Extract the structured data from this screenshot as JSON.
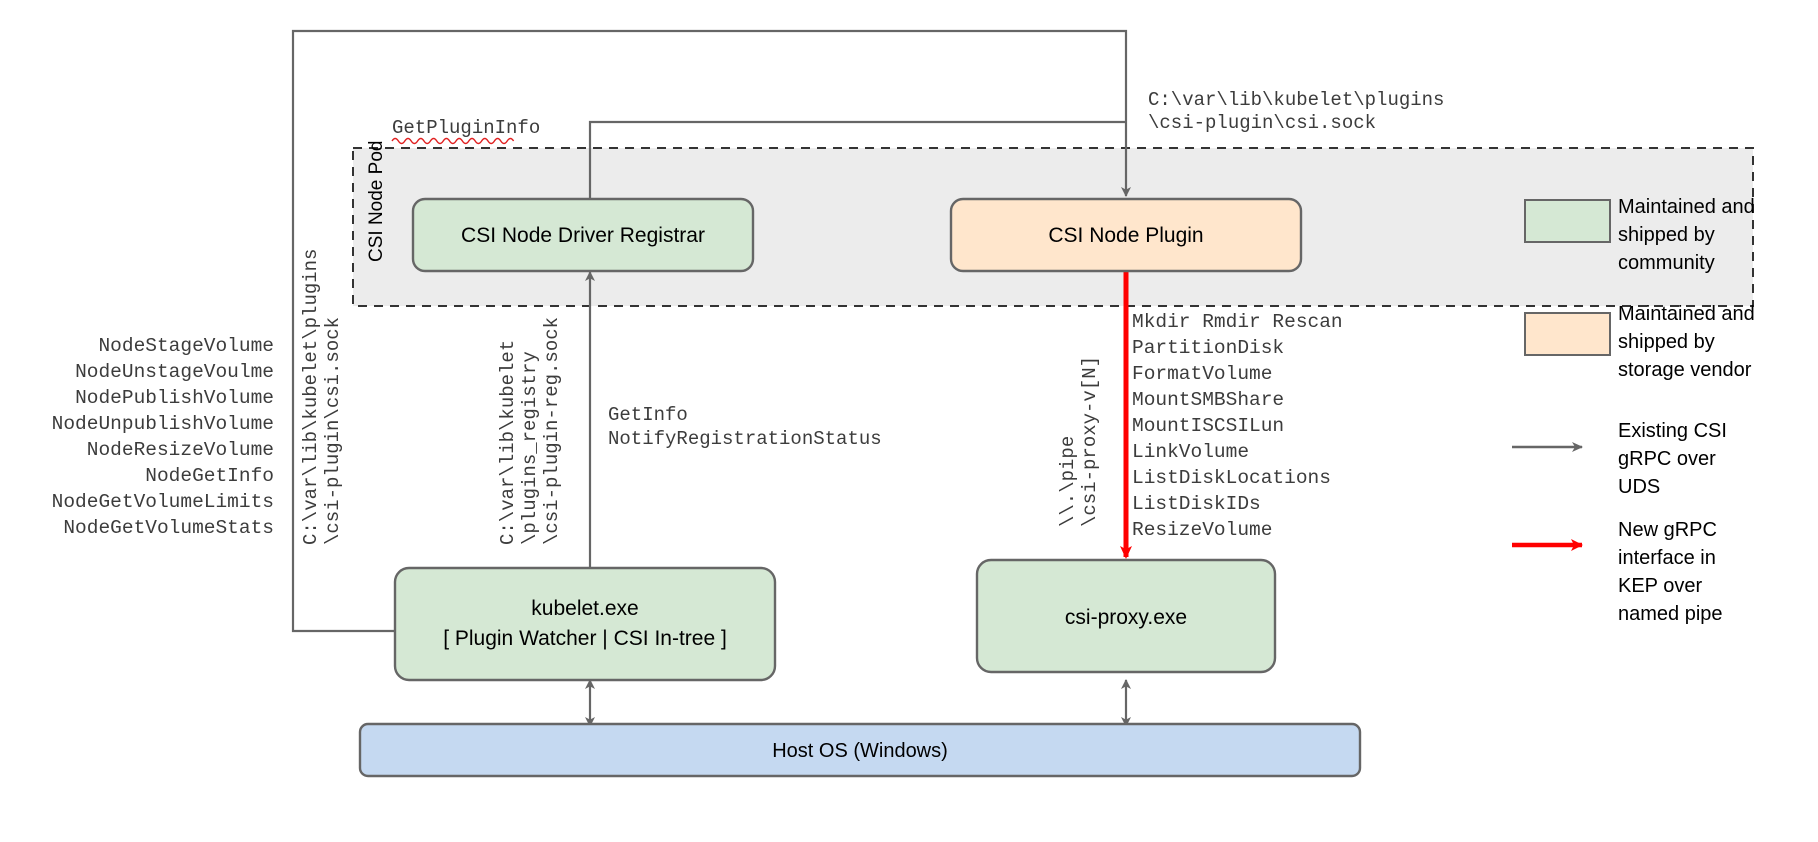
{
  "diagram": {
    "title": "CSI Proxy architecture on Windows",
    "pod": {
      "label": "CSI Node Pod"
    },
    "boxes": {
      "registrar": {
        "label": "CSI Node Driver Registrar",
        "fill": "#d5e8d4",
        "stroke": "#666666"
      },
      "node_plugin": {
        "label": "CSI Node Plugin",
        "fill": "#ffe6cc",
        "stroke": "#666666"
      },
      "kubelet": {
        "line1": "kubelet.exe",
        "line2": "[ Plugin Watcher | CSI In-tree ]",
        "fill": "#d5e8d4",
        "stroke": "#666666"
      },
      "csi_proxy": {
        "label": "csi-proxy.exe",
        "fill": "#d5e8d4",
        "stroke": "#666666"
      },
      "host_os": {
        "label": "Host OS (Windows)",
        "fill": "#c5d9f1",
        "stroke": "#666666"
      }
    },
    "edge_labels": {
      "get_plugin_info": "GetPluginInfo",
      "plugin_socket_path_line1": "C:\\var\\lib\\kubelet\\plugins",
      "plugin_socket_path_line2": "\\csi-plugin\\csi.sock",
      "registry_calls_line1": "GetInfo",
      "registry_calls_line2": "NotifyRegistrationStatus",
      "csi_sock_vertical_line1": "C:\\var\\lib\\kubelet\\plugins",
      "csi_sock_vertical_line2": "\\csi-plugin\\csi.sock",
      "reg_sock_vertical_line1": "C:\\var\\lib\\kubelet",
      "reg_sock_vertical_line2": "\\plugins_registry",
      "reg_sock_vertical_line3": "\\csi-plugin-reg.sock",
      "named_pipe_vertical_line1": "\\\\.\\pipe",
      "named_pipe_vertical_line2": "\\csi-proxy-v[N]"
    },
    "node_api_calls": [
      "NodeStageVolume",
      "NodeUnstageVoulme",
      "NodePublishVolume",
      "NodeUnpublishVolume",
      "NodeResizeVolume",
      "NodeGetInfo",
      "NodeGetVolumeLimits",
      "NodeGetVolumeStats"
    ],
    "proxy_api_calls": [
      "Mkdir Rmdir Rescan",
      "PartitionDisk",
      "FormatVolume",
      "MountSMBShare",
      "MountISCSILun",
      "LinkVolume",
      "ListDiskLocations",
      "ListDiskIDs",
      "ResizeVolume"
    ],
    "legend": {
      "items": [
        {
          "kind": "swatch",
          "color": "#d5e8d4",
          "stroke": "#666666",
          "lines": [
            "Maintained and",
            "shipped by",
            "community"
          ]
        },
        {
          "kind": "swatch",
          "color": "#ffe6cc",
          "stroke": "#666666",
          "lines": [
            "Maintained and",
            "shipped by",
            "storage vendor"
          ]
        },
        {
          "kind": "arrow",
          "color": "#666666",
          "lines": [
            "Existing CSI",
            "gRPC over",
            "UDS"
          ]
        },
        {
          "kind": "arrow",
          "color": "#ff0000",
          "lines": [
            "New gRPC",
            "interface in",
            "KEP over",
            "named pipe"
          ]
        }
      ]
    },
    "colors": {
      "community_green": "#d5e8d4",
      "vendor_orange": "#ffe6cc",
      "host_blue": "#c5d9f1",
      "pod_gray": "#ececec",
      "edge_gray": "#666666",
      "edge_red": "#ff0000"
    }
  }
}
